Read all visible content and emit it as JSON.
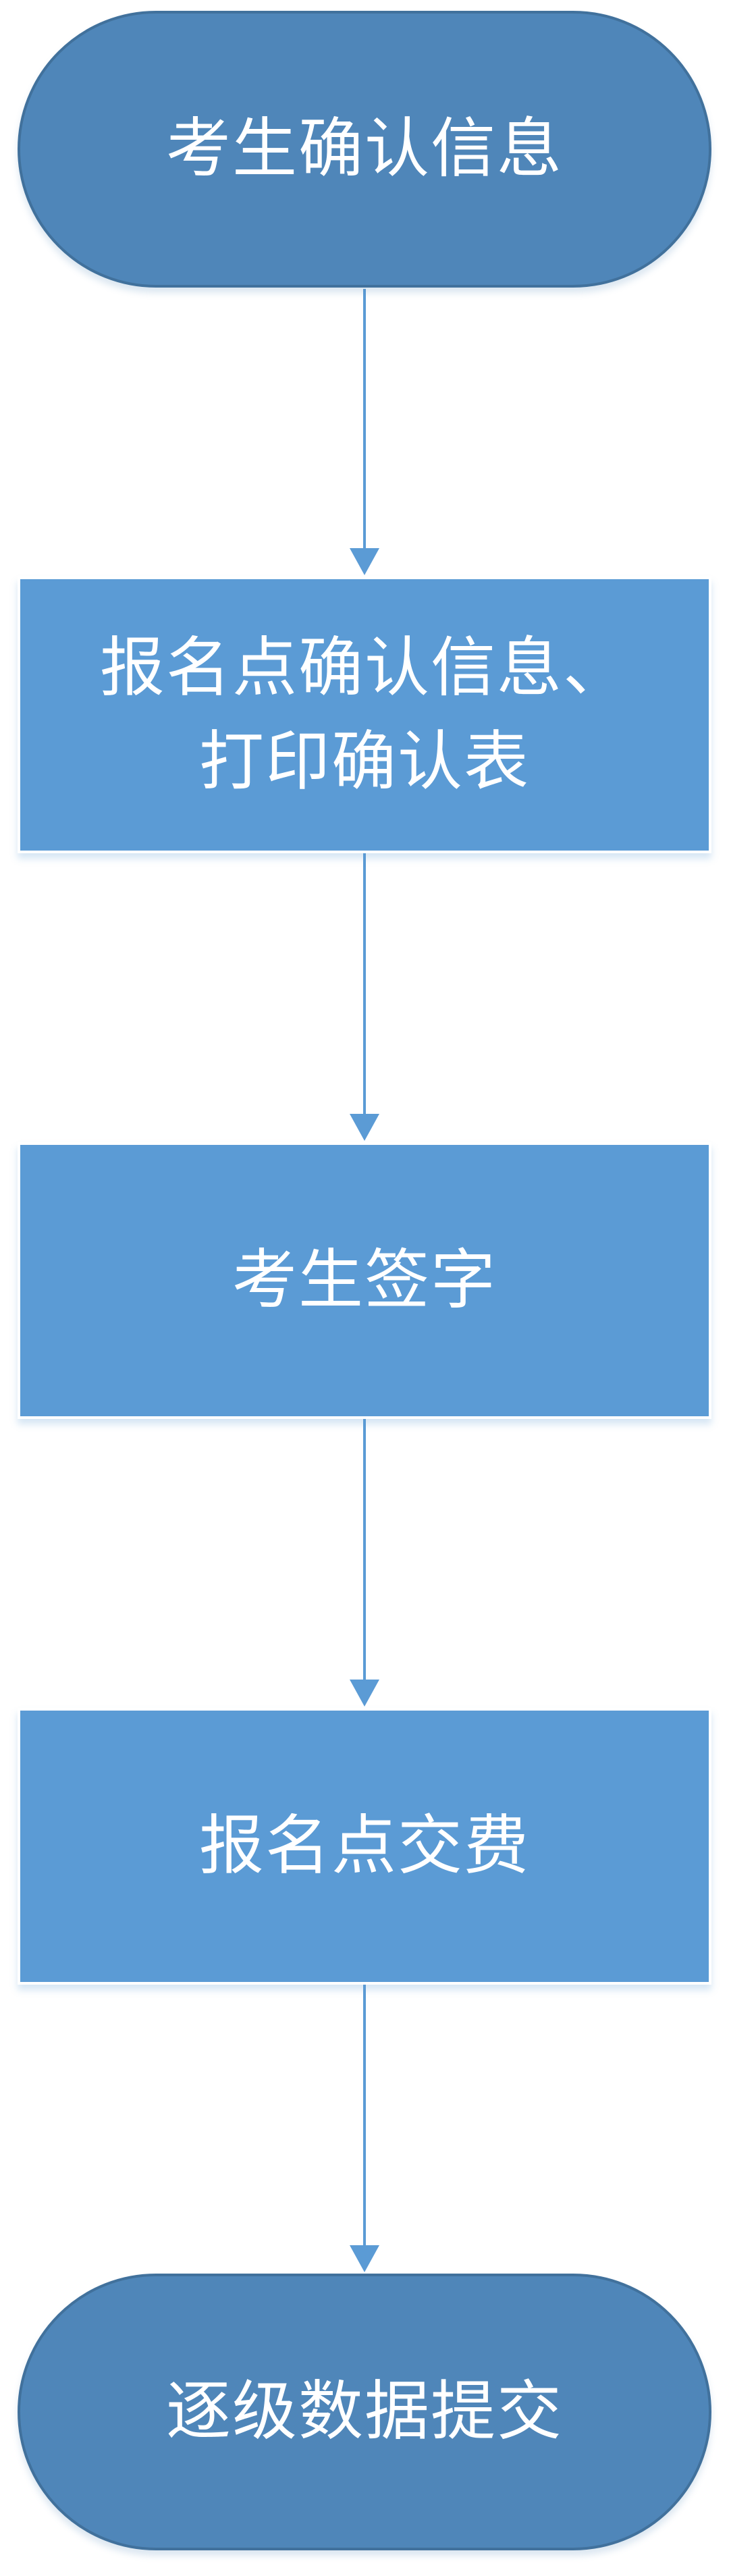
{
  "flowchart": {
    "steps": [
      {
        "id": "step-1",
        "shape": "terminal",
        "label": "考生确认信息"
      },
      {
        "id": "step-2",
        "shape": "process",
        "label": "报名点确认信息、\n打印确认表"
      },
      {
        "id": "step-3",
        "shape": "process",
        "label": "考生签字"
      },
      {
        "id": "step-4",
        "shape": "process",
        "label": "报名点交费"
      },
      {
        "id": "step-5",
        "shape": "terminal",
        "label": "逐级数据提交"
      }
    ],
    "edges": [
      {
        "from": "step-1",
        "to": "step-2"
      },
      {
        "from": "step-2",
        "to": "step-3"
      },
      {
        "from": "step-3",
        "to": "step-4"
      },
      {
        "from": "step-4",
        "to": "step-5"
      }
    ],
    "colors": {
      "terminal_fill": "#4f86b9",
      "terminal_border": "#41719c",
      "process_fill": "#5b9bd5",
      "connector": "#5b9bd5",
      "text": "#ffffff"
    }
  }
}
